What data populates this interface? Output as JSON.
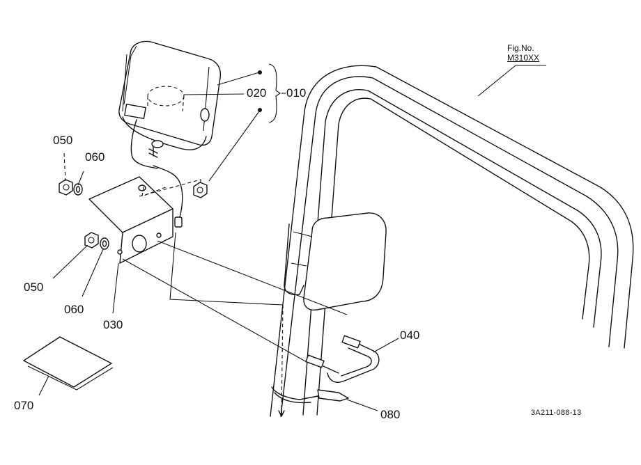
{
  "figure": {
    "label": "Fig.No.",
    "number": "M310XX"
  },
  "diagram_code": "3A211-088-13",
  "parts": [
    {
      "id": "p010",
      "number": "010"
    },
    {
      "id": "p020",
      "number": "020"
    },
    {
      "id": "p030",
      "number": "030"
    },
    {
      "id": "p040",
      "number": "040"
    },
    {
      "id": "p050a",
      "number": "050"
    },
    {
      "id": "p050b",
      "number": "050"
    },
    {
      "id": "p060a",
      "number": "060"
    },
    {
      "id": "p060b",
      "number": "060"
    },
    {
      "id": "p070",
      "number": "070"
    },
    {
      "id": "p080",
      "number": "080"
    }
  ]
}
